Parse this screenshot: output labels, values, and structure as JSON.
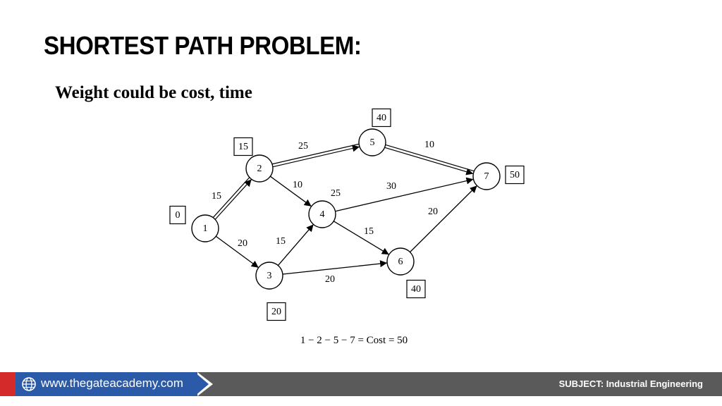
{
  "title": "SHORTEST PATH PROBLEM:",
  "subtitle": "Weight could be cost, time",
  "graph": {
    "nodes": [
      {
        "id": "1",
        "label": "1",
        "cost": "0"
      },
      {
        "id": "2",
        "label": "2",
        "cost": "15"
      },
      {
        "id": "3",
        "label": "3",
        "cost": "20"
      },
      {
        "id": "4",
        "label": "4",
        "cost": "25"
      },
      {
        "id": "5",
        "label": "5",
        "cost": "40"
      },
      {
        "id": "6",
        "label": "6",
        "cost": "40"
      },
      {
        "id": "7",
        "label": "7",
        "cost": "50"
      }
    ],
    "edges": [
      {
        "from": "1",
        "to": "2",
        "weight": "15",
        "on_path": true
      },
      {
        "from": "1",
        "to": "3",
        "weight": "20",
        "on_path": false
      },
      {
        "from": "2",
        "to": "5",
        "weight": "25",
        "on_path": true
      },
      {
        "from": "2",
        "to": "4",
        "weight": "10",
        "on_path": false
      },
      {
        "from": "3",
        "to": "4",
        "weight": "15",
        "on_path": false
      },
      {
        "from": "3",
        "to": "6",
        "weight": "20",
        "on_path": false
      },
      {
        "from": "4",
        "to": "7",
        "weight": "30",
        "on_path": false
      },
      {
        "from": "4",
        "to": "6",
        "weight": "15",
        "on_path": false
      },
      {
        "from": "5",
        "to": "7",
        "weight": "10",
        "on_path": true
      },
      {
        "from": "6",
        "to": "7",
        "weight": "20",
        "on_path": false
      }
    ]
  },
  "result": "1 − 2 − 5 − 7 = Cost = 50",
  "footer": {
    "website": "www.thegateacademy.com",
    "subject": "SUBJECT: Industrial Engineering",
    "colors": {
      "bar": "#5a5a5a",
      "banner": "#2a5aa8",
      "accent": "#d42a2a"
    }
  }
}
